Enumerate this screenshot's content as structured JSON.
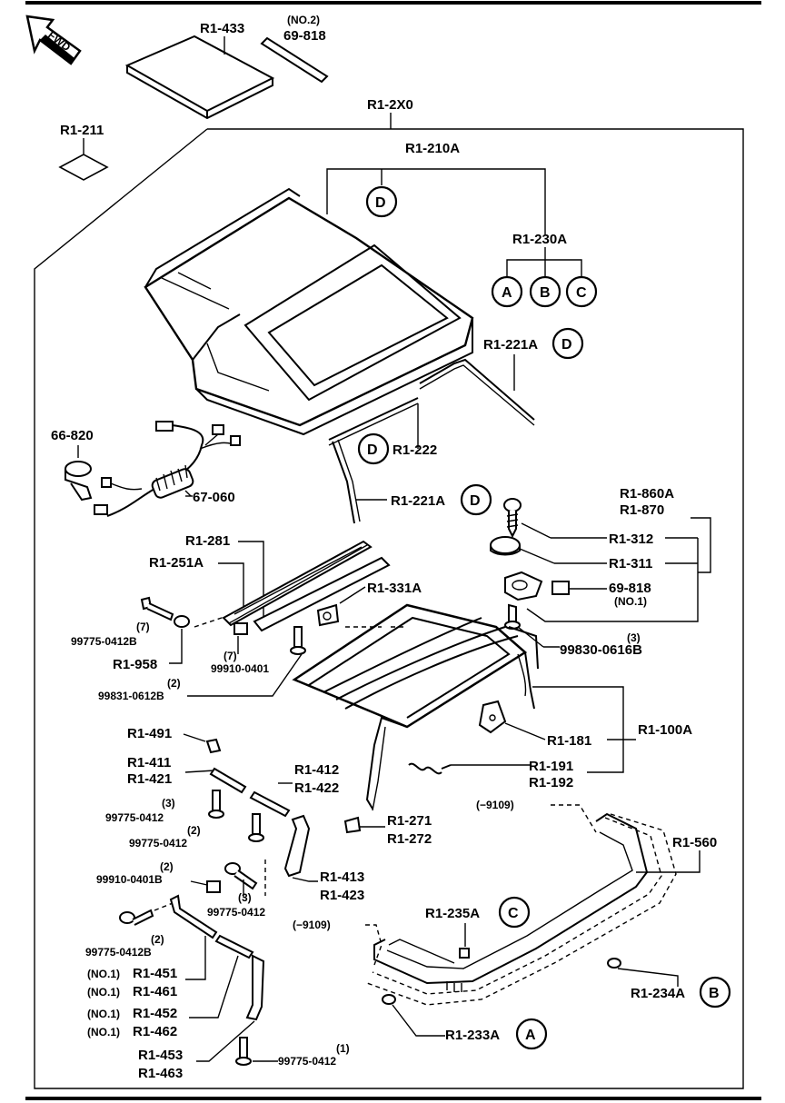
{
  "direction": {
    "label": "FWD"
  },
  "top": {
    "r1_433": "R1-433",
    "no2_a": "(NO.2)",
    "no2_b": "69-818",
    "r1_2x0": "R1-2X0",
    "r1_211": "R1-211"
  },
  "top_assembly": {
    "r1_210a": "R1-210A",
    "r1_230a": "R1-230A",
    "ref_d1": "D",
    "ref_a": "A",
    "ref_b": "B",
    "ref_c": "C",
    "r1_221a_top": "R1-221A",
    "ref_d2": "D",
    "r1_222": "R1-222",
    "ref_d3": "D",
    "r1_221a_mid": "R1-221A",
    "ref_d4": "D"
  },
  "harness": {
    "c66_820": "66-820",
    "c67_060": "67-060"
  },
  "right_group": {
    "r1_860a": "R1-860A",
    "r1_870": "R1-870",
    "r1_312": "R1-312",
    "r1_311": "R1-311",
    "c69_818": "69-818",
    "no1": "(NO.1)",
    "qty3": "(3)",
    "c99830": "99830-0616B"
  },
  "middle": {
    "r1_281": "R1-281",
    "r1_251a": "R1-251A",
    "r1_331a": "R1-331A",
    "qty7a": "(7)",
    "c99775_0412b_a": "99775-0412B",
    "r1_958": "R1-958",
    "qty7b": "(7)",
    "c99910_0401": "99910-0401",
    "qty2a": "(2)",
    "c99831": "99831-0612B"
  },
  "frame": {
    "r1_181": "R1-181",
    "r1_100a": "R1-100A",
    "r1_191": "R1-191",
    "r1_192": "R1-192",
    "r1_271": "R1-271",
    "r1_272": "R1-272"
  },
  "left_lower": {
    "r1_491": "R1-491",
    "r1_411": "R1-411",
    "r1_421": "R1-421",
    "r1_412": "R1-412",
    "r1_422": "R1-422",
    "qty3a": "(3)",
    "c99775_0412_a": "99775-0412",
    "qty2b": "(2)",
    "c99775_0412_b": "99775-0412",
    "r1_413": "R1-413",
    "r1_423": "R1-423",
    "qty2c": "(2)",
    "c99910_0401b": "99910-0401B",
    "qty3b": "(3)",
    "c99775_0412_c": "99775-0412",
    "qty2d": "(2)",
    "c99775_0412b_b": "99775-0412B",
    "no1_451": "(NO.1)",
    "r1_451": "R1-451",
    "no1_461": "(NO.1)",
    "r1_461": "R1-461",
    "no1_452": "(NO.1)",
    "r1_452": "R1-452",
    "no1_462": "(NO.1)",
    "r1_462": "R1-462",
    "r1_453": "R1-453",
    "r1_463": "R1-463",
    "qty1": "(1)",
    "c99775_0412_d": "99775-0412"
  },
  "weatherstrip": {
    "date_a": "(−9109)",
    "r1_560": "R1-560",
    "date_b": "(−9109)",
    "r1_235a": "R1-235A",
    "ref_c": "C",
    "r1_234a": "R1-234A",
    "ref_b": "B",
    "r1_233a": "R1-233A",
    "ref_a": "A"
  }
}
